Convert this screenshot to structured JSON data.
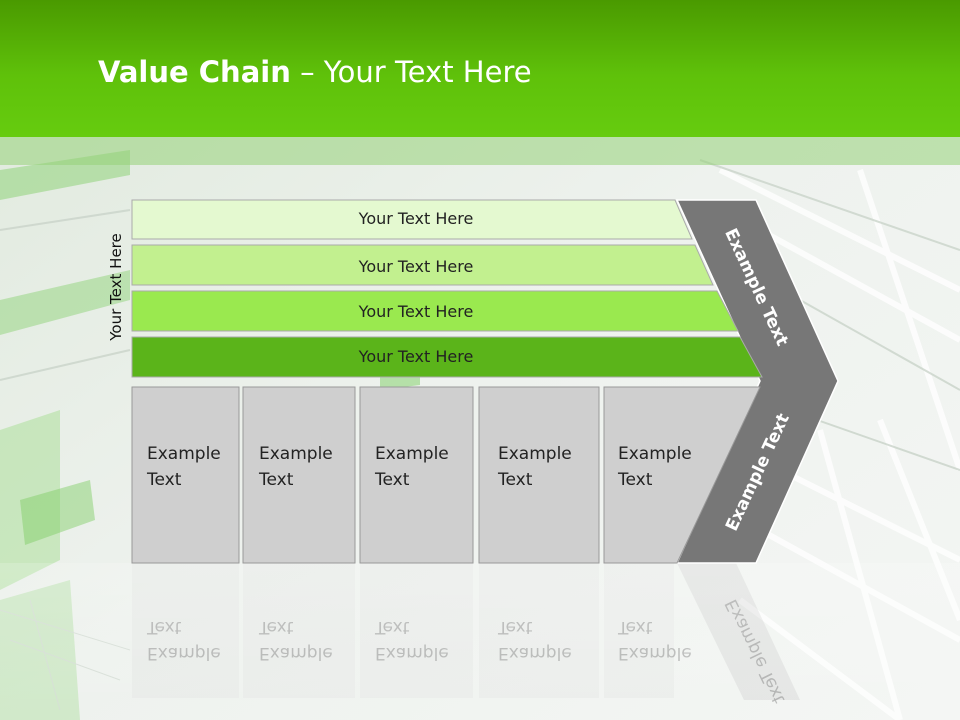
{
  "title": {
    "bold": "Value Chain",
    "rest": " – Your Text Here"
  },
  "side_label": "Your Text Here",
  "bars": [
    {
      "label": "Your Text Here",
      "fill": "#e4f9d0"
    },
    {
      "label": "Your Text Here",
      "fill": "#c2f08f"
    },
    {
      "label": "Your Text Here",
      "fill": "#9ae94f"
    },
    {
      "label": "Your Text Here",
      "fill": "#5bb41a"
    }
  ],
  "cells": [
    {
      "line1": "Example",
      "line2": "Text"
    },
    {
      "line1": "Example",
      "line2": "Text"
    },
    {
      "line1": "Example",
      "line2": "Text"
    },
    {
      "line1": "Example",
      "line2": "Text"
    },
    {
      "line1": "Example",
      "line2": "Text"
    }
  ],
  "chevron": {
    "upper": "Example Text",
    "lower": "Example Text"
  },
  "colors": {
    "header": "#66cc0f",
    "chevron": "#777777",
    "cell": "#cfcfcf"
  }
}
